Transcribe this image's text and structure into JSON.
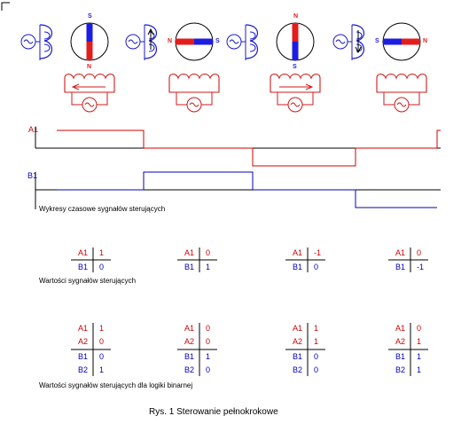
{
  "colors": {
    "signal_a": "#d00000",
    "signal_b": "#0000c0",
    "axis": "#000000",
    "magnet_north": "#e21d1d",
    "magnet_south": "#1d1de2"
  },
  "figure_caption": "Rys. 1 Sterowanie pełnokrokowe",
  "motor_steps": [
    {
      "rotor_icon": "rotor-magnet-vertical",
      "rotor_pole_top": "S",
      "rotor_pole_bottom": "N",
      "coil_b_arrow": "",
      "coil_a_arrow": "left-arrow"
    },
    {
      "rotor_icon": "rotor-magnet-horizontal",
      "rotor_pole_left": "N",
      "rotor_pole_right": "S",
      "coil_b_arrow": "up-arrow",
      "coil_a_arrow": ""
    },
    {
      "rotor_icon": "rotor-magnet-vertical",
      "rotor_pole_top": "N",
      "rotor_pole_bottom": "S",
      "coil_b_arrow": "",
      "coil_a_arrow": "right-arrow"
    },
    {
      "rotor_icon": "rotor-magnet-horizontal",
      "rotor_pole_left": "S",
      "rotor_pole_right": "N",
      "coil_b_arrow": "down-arrow",
      "coil_a_arrow": ""
    }
  ],
  "timing": {
    "signal_a_label": "A1",
    "signal_b_label": "B1",
    "caption": "Wykresy czasowe sygnałów sterujących",
    "a_levels": [
      1,
      0,
      -1,
      0
    ],
    "b_levels": [
      0,
      1,
      0,
      -1
    ]
  },
  "values_table": {
    "caption": "Wartości sygnałów sterujących",
    "steps": [
      {
        "rows": [
          {
            "name": "A1",
            "value": "1"
          },
          {
            "name": "B1",
            "value": "0"
          }
        ]
      },
      {
        "rows": [
          {
            "name": "A1",
            "value": "0"
          },
          {
            "name": "B1",
            "value": "1"
          }
        ]
      },
      {
        "rows": [
          {
            "name": "A1",
            "value": "-1"
          },
          {
            "name": "B1",
            "value": "0"
          }
        ]
      },
      {
        "rows": [
          {
            "name": "A1",
            "value": "0"
          },
          {
            "name": "B1",
            "value": "-1"
          }
        ]
      }
    ]
  },
  "binary_table": {
    "caption": "Wartości sygnałów sterujących dla logiki binarnej",
    "steps": [
      {
        "rows": [
          {
            "name": "A1",
            "value": "1"
          },
          {
            "name": "A2",
            "value": "0"
          },
          {
            "name": "B1",
            "value": "0"
          },
          {
            "name": "B2",
            "value": "1"
          }
        ]
      },
      {
        "rows": [
          {
            "name": "A1",
            "value": "0"
          },
          {
            "name": "A2",
            "value": "0"
          },
          {
            "name": "B1",
            "value": "1"
          },
          {
            "name": "B2",
            "value": "0"
          }
        ]
      },
      {
        "rows": [
          {
            "name": "A1",
            "value": "1"
          },
          {
            "name": "A2",
            "value": "1"
          },
          {
            "name": "B1",
            "value": "0"
          },
          {
            "name": "B2",
            "value": "0"
          }
        ]
      },
      {
        "rows": [
          {
            "name": "A1",
            "value": "0"
          },
          {
            "name": "A2",
            "value": "1"
          },
          {
            "name": "B1",
            "value": "1"
          },
          {
            "name": "B2",
            "value": "1"
          }
        ]
      }
    ]
  }
}
